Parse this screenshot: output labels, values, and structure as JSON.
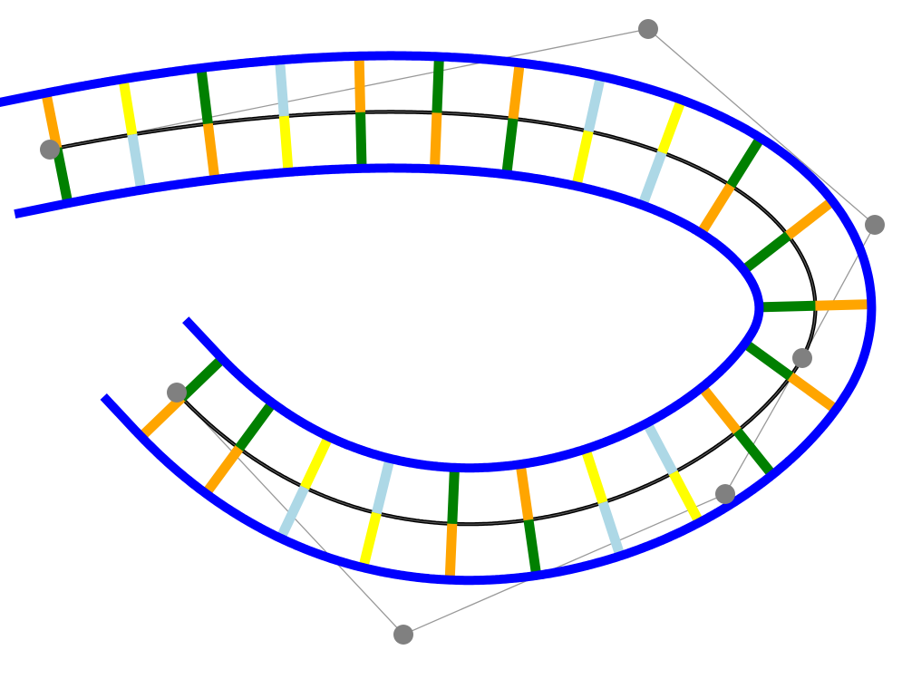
{
  "diagram": {
    "type": "dna-ladder-on-bezier",
    "colors": {
      "backbone": "#0000ff",
      "centerline": "#000000",
      "control_polygon": "#999999",
      "control_point": "#808080",
      "base_green": "#008000",
      "base_orange": "#ffa500",
      "base_yellow": "#ffff00",
      "base_lightblue": "#add8e6"
    },
    "base_pairs": [
      [
        "base_orange",
        "base_green"
      ],
      [
        "base_yellow",
        "base_lightblue"
      ],
      [
        "base_green",
        "base_orange"
      ],
      [
        "base_lightblue",
        "base_yellow"
      ],
      [
        "base_orange",
        "base_green"
      ],
      [
        "base_green",
        "base_orange"
      ],
      [
        "base_orange",
        "base_green"
      ],
      [
        "base_lightblue",
        "base_yellow"
      ],
      [
        "base_yellow",
        "base_lightblue"
      ],
      [
        "base_green",
        "base_orange"
      ],
      [
        "base_orange",
        "base_green"
      ],
      [
        "base_orange",
        "base_green"
      ],
      [
        "base_orange",
        "base_green"
      ],
      [
        "base_green",
        "base_orange"
      ],
      [
        "base_yellow",
        "base_lightblue"
      ],
      [
        "base_lightblue",
        "base_yellow"
      ],
      [
        "base_green",
        "base_orange"
      ],
      [
        "base_orange",
        "base_green"
      ],
      [
        "base_yellow",
        "base_lightblue"
      ],
      [
        "base_lightblue",
        "base_yellow"
      ],
      [
        "base_orange",
        "base_green"
      ],
      [
        "base_orange",
        "base_green"
      ]
    ]
  }
}
